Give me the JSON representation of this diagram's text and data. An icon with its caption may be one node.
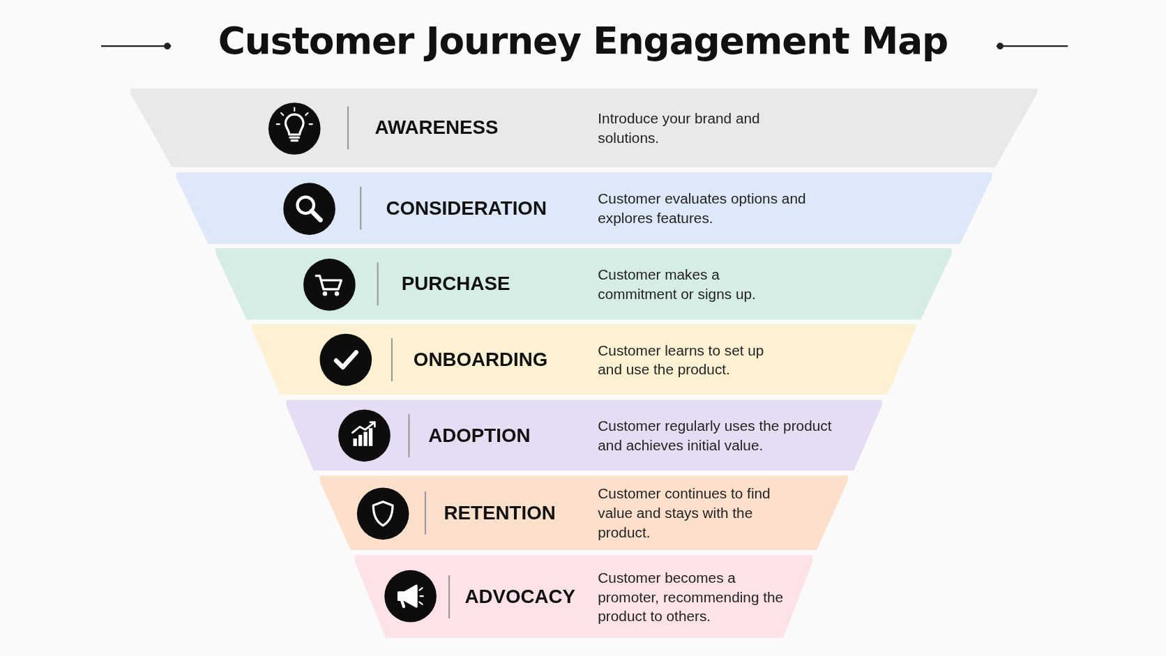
{
  "diagram": {
    "title": "Customer Journey Engagement Map",
    "nodes": [
      {
        "text": [
          "AWARENESS",
          "Introduce your brand and solutions."
        ]
      },
      {
        "text": [
          "CONSIDERATION",
          "Customer evaluates options and explores features."
        ]
      },
      {
        "text": [
          "PURCHASE",
          "Customer makes a commitment or signs up."
        ]
      },
      {
        "text": [
          "ONBOARDING",
          "Customer learns to set up and use the product."
        ]
      },
      {
        "text": [
          "ADOPTION",
          "Customer regularly uses the product and achieves initial value."
        ]
      },
      {
        "text": [
          "RETENTION",
          "Customer continues to find value and stays with the product."
        ]
      },
      {
        "text": [
          "ADVOCACY",
          "Customer becomes a promoter, recommending the product to others."
        ]
      }
    ]
  }
}
